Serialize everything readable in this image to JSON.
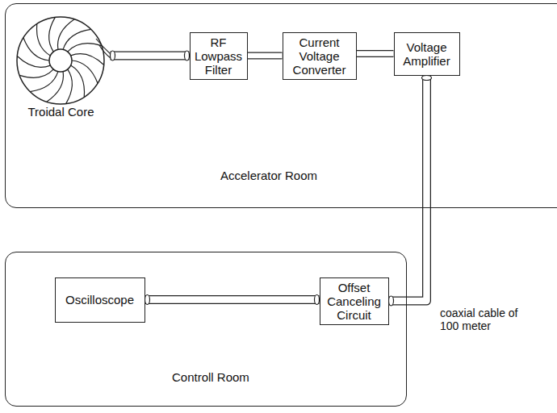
{
  "diagram": {
    "nodes": [
      {
        "text": [
          "Accelerator Room"
        ]
      },
      {
        "text": [
          "Troidal Core"
        ],
        "in": 0
      },
      {
        "text": [
          "RF Lowpass Filter"
        ],
        "in": 0
      },
      {
        "text": [
          "Current Voltage Converter"
        ],
        "in": 0
      },
      {
        "text": [
          "Voltage Amplifier"
        ],
        "in": 0
      },
      {
        "text": [
          "Controll Room"
        ]
      },
      {
        "text": [
          "Oscilloscope"
        ],
        "in": 5
      },
      {
        "text": [
          "Offset Canceling Circuit"
        ],
        "in": 5
      }
    ],
    "edges": [
      {
        "from": 1,
        "to": 2,
        "arrow": "none"
      },
      {
        "from": 2,
        "to": 3,
        "arrow": "none"
      },
      {
        "from": 3,
        "to": 4,
        "arrow": "none"
      },
      {
        "from": 4,
        "to": 7,
        "arrow": "none"
      },
      {
        "from": 7,
        "to": 6,
        "arrow": "none"
      }
    ],
    "labels": [
      "coaxial cable of 100 meter"
    ]
  }
}
